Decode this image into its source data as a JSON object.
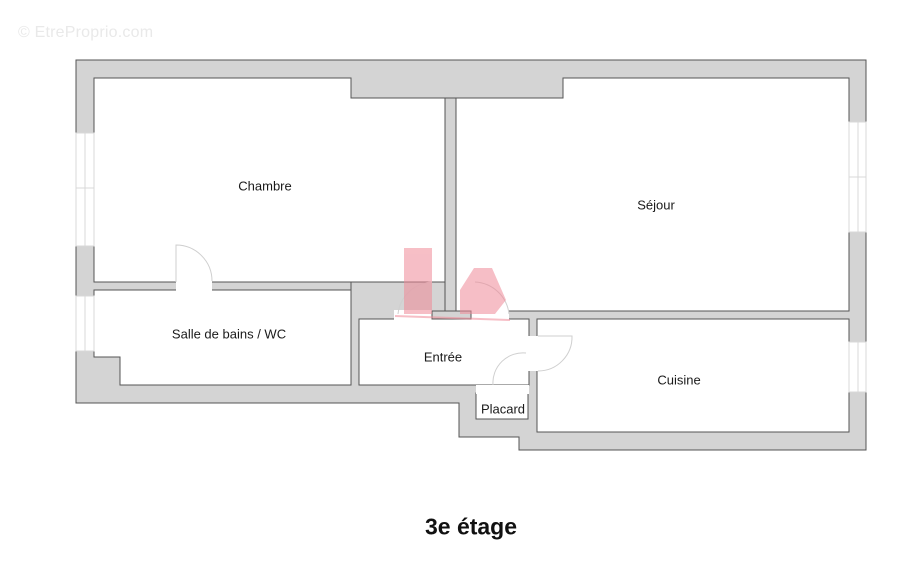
{
  "watermark": {
    "text": "© EtreProprio.com",
    "icon": "copyright-icon"
  },
  "floor_plan": {
    "floor_title": "3e étage",
    "colors": {
      "wall_fill": "#d4d4d4",
      "wall_stroke": "#555555",
      "room_fill": "#ffffff",
      "door_swing": "#cfcfcf",
      "logo_overlay": "#f08a98"
    },
    "rooms": [
      {
        "id": "chambre",
        "label": "Chambre"
      },
      {
        "id": "sejour",
        "label": "Séjour"
      },
      {
        "id": "salle-de-bains",
        "label": "Salle de bains / WC"
      },
      {
        "id": "entree",
        "label": "Entrée"
      },
      {
        "id": "cuisine",
        "label": "Cuisine"
      },
      {
        "id": "placard",
        "label": "Placard"
      }
    ],
    "logo_overlay": {
      "icon": "house-logo-icon"
    }
  }
}
